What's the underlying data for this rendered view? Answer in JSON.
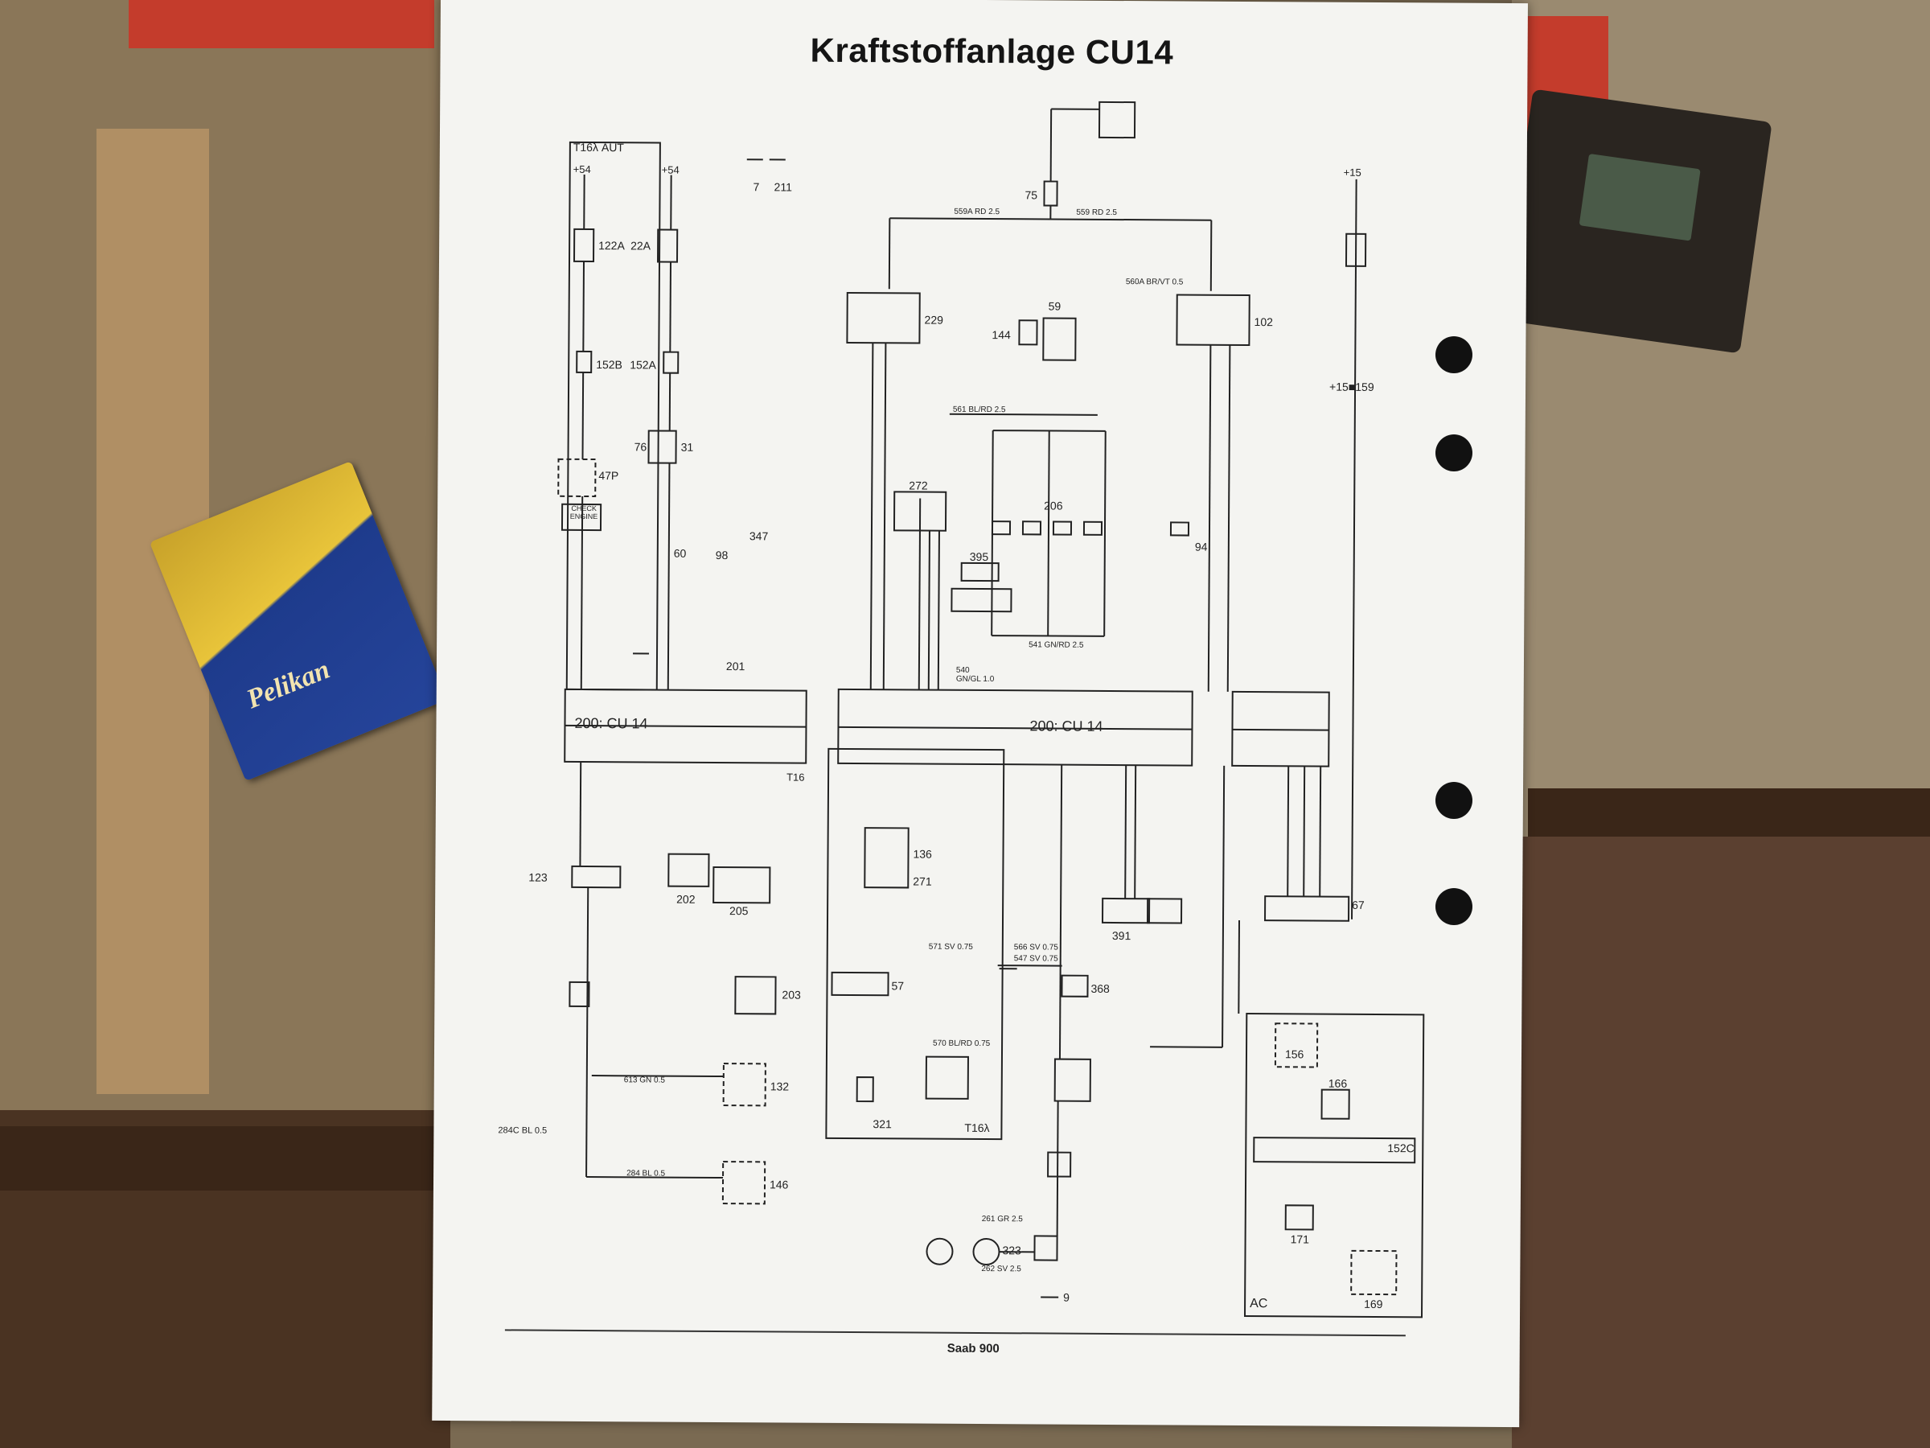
{
  "document": {
    "title": "Kraftstoffanlage CU14",
    "footer": "Saab 900"
  },
  "labels": {
    "aut": "T16λ AUT",
    "cu_top_left": "200: CU 14",
    "cu_top_mid": "200: CU 14",
    "t16": "T16",
    "t16l": "T16λ",
    "ac": "AC",
    "check_engine": "CHECK ENGINE",
    "p54a": "+54",
    "p54b": "+54",
    "p15": "+15",
    "n122a": "122A",
    "n22a": "22A",
    "n152b": "152B",
    "n152a": "152A",
    "n47p": "47P",
    "n76": "76",
    "n31": "31",
    "n60": "60",
    "n98": "98",
    "n347": "347",
    "n201": "201",
    "n229": "229",
    "n144": "144",
    "n59": "59",
    "n102": "102",
    "n75": "75",
    "n7": "7",
    "n211": "211",
    "n272": "272",
    "n395": "395",
    "n206": "206",
    "n94": "94",
    "n159": "+15■159",
    "n123": "123",
    "n202": "202",
    "n205": "205",
    "n203": "203",
    "n136": "136",
    "n271": "271",
    "n57": "57",
    "n391": "391",
    "n67": "67",
    "n368": "368",
    "n321": "321",
    "n132": "132",
    "n146": "146",
    "n156": "156",
    "n166": "166",
    "n152c": "152C",
    "n171": "171",
    "n169": "169",
    "n323": "323",
    "n9": "9",
    "w559a": "559A RD 2.5",
    "w559": "559 RD 2.5",
    "w561": "561 BL/RD 2.5",
    "w560a": "560A BR/VT 0.5",
    "w571": "571 SV 0.75",
    "w566": "566 SV 0.75",
    "w547": "547 SV 0.75",
    "w613": "613 GN 0.5",
    "w284": "284 BL 0.5",
    "w261": "261 GR 2.5",
    "w262": "262 SV 2.5",
    "w570": "570 BL/RD 0.75",
    "w541": "541 GN/RD 2.5",
    "w540": "540 GN/GL 1.0",
    "aut_brand": "Pelikan"
  }
}
